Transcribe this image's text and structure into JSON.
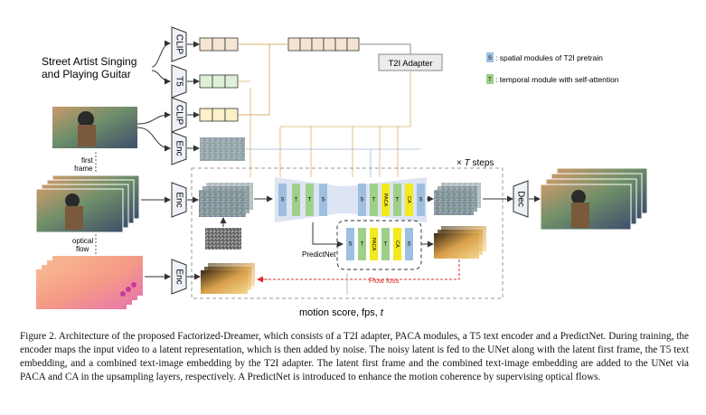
{
  "prompt": {
    "line1": "Street Artist Singing",
    "line2": "and Playing Guitar"
  },
  "encoders": {
    "clip_top": "CLIP",
    "t5": "T5",
    "clip_image": "CLIP",
    "enc_first": "Enc",
    "enc_video": "Enc",
    "enc_flow": "Enc"
  },
  "adapter": "T2I Adapter",
  "legend": {
    "spatial_symbol": "S",
    "spatial_text": ": spatial modules of T2I pretrain",
    "temporal_symbol": "T",
    "temporal_text": ": temporal module with self-attention",
    "spatial_color": "#9fbfe0",
    "temporal_color": "#9fd08a",
    "paca_color": "#f2ea1c"
  },
  "labels": {
    "first_frame_1": "first",
    "first_frame_2": "frame",
    "optical_flow_1": "optical",
    "optical_flow_2": "flow",
    "steps_prefix": "× ",
    "steps_var": "T",
    "steps_suffix": " steps",
    "predictnet": "PredictNet",
    "flow_loss": "Flow loss",
    "dec": "Dec",
    "motion": "motion score, fps, ",
    "motion_var": "t"
  },
  "unet_blocks": {
    "down": [
      "S",
      "T",
      "T",
      "S"
    ],
    "up": [
      "S",
      "T",
      "PACA",
      "T",
      "CA",
      "S"
    ],
    "predict": [
      "S",
      "T",
      "PACA",
      "T",
      "CA",
      "S"
    ]
  },
  "caption": {
    "label": "Figure 2.",
    "text": "Architecture of the proposed Factorized-Dreamer, which consists of a T2I adapter, PACA modules, a T5 text encoder and a PredictNet. During training, the encoder maps the input video to a latent representation, which is then added by noise. The noisy latent is fed to the UNet along with the latent first frame, the T5 text embedding, and a combined text-image embedding by the T2I adapter. The latent first frame and the combined text-image embedding are added to the UNet via PACA and CA in the upsampling layers, respectively. A PredictNet is introduced to enhance the motion coherence by supervising optical flows."
  }
}
